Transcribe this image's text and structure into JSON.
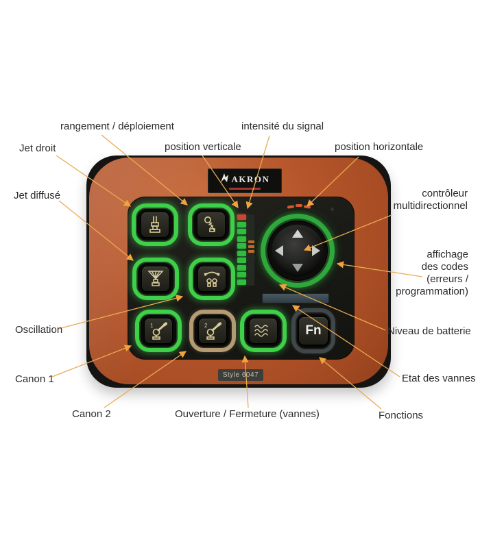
{
  "device": {
    "brand": "AKRON",
    "model_label": "Style 6047",
    "fn_label": "Fn",
    "canon1_badge": "1",
    "canon2_badge": "2",
    "colors": {
      "body_orange": "#b5552b",
      "panel_black": "#1a1a16",
      "ring_green": "#3fd04a",
      "ring_tan": "#b49b74",
      "ring_dark_gray": "#40474a",
      "icon_khaki": "#d9cd97",
      "led_green": "#2ebd3f",
      "led_red": "#c14a30",
      "annotation_arrow": "#eda84a",
      "label_text": "#2b2b2b"
    },
    "keypad_icons": [
      "straight-jet-icon",
      "stow-deploy-icon",
      "fog-jet-icon",
      "oscillation-icon",
      "monitor-1-icon",
      "monitor-2-icon",
      "water-waves-icon",
      "fn-key"
    ]
  },
  "annotations": {
    "rangement": {
      "text": "rangement / déploiement"
    },
    "intensite": {
      "text": "intensité du signal"
    },
    "position_verticale": {
      "text": "position verticale"
    },
    "position_horizontale": {
      "text": "position horizontale"
    },
    "jet_droit": {
      "text": "Jet droit"
    },
    "jet_diffuse": {
      "text": "Jet diffusé"
    },
    "controleur": {
      "lines": [
        "contrôleur",
        "multidirectionnel"
      ]
    },
    "affichage": {
      "lines": [
        "affichage",
        "des codes",
        "(erreurs /",
        "programmation)"
      ]
    },
    "oscillation": {
      "text": "Oscillation"
    },
    "niveau_batterie": {
      "text": "Niveau de batterie"
    },
    "canon1": {
      "text": "Canon 1"
    },
    "canon2": {
      "text": "Canon 2"
    },
    "etat_vannes": {
      "text": "Etat des vannes"
    },
    "ouverture": {
      "text": "Ouverture / Fermeture (vannes)"
    },
    "fonctions": {
      "text": "Fonctions"
    }
  }
}
